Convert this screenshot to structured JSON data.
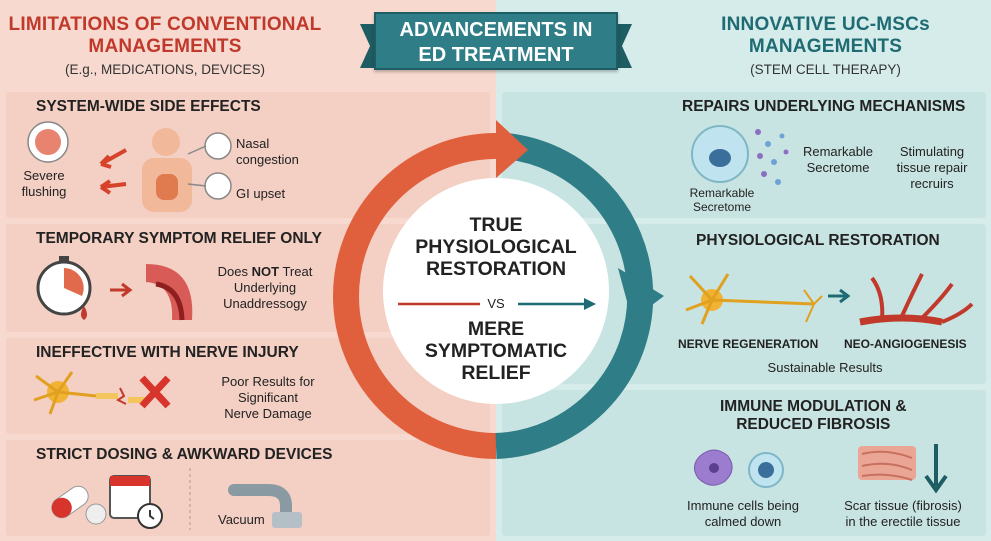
{
  "banner": {
    "title_line1": "ADVANCEMENTS IN",
    "title_line2": "ED TREATMENT"
  },
  "left_header": {
    "title_line1": "LIMITATIONS OF CONVENTIONAL",
    "title_line2": "MANAGEMENTS",
    "subtitle": "(E.g., MEDICATIONS, DEVICES)"
  },
  "right_header": {
    "title_line1": "INNOVATIVE UC-MSCs",
    "title_line2": "MANAGEMENTS",
    "subtitle": "(STEM CELL THERAPY)"
  },
  "left_panels": [
    {
      "title": "SYSTEM-WIDE SIDE EFFECTS",
      "labels": {
        "flushing_1": "Severe",
        "flushing_2": "flushing",
        "nasal_1": "Nasal",
        "nasal_2": "congestion",
        "gi": "GI upset"
      }
    },
    {
      "title": "TEMPORARY SYMPTOM RELIEF ONLY",
      "labels": {
        "l1_pre": "Does ",
        "l1_bold": "NOT",
        "l1_post": " Treat",
        "l2": "Underlying",
        "l3": "Unaddressogy"
      }
    },
    {
      "title": "INEFFECTIVE WITH NERVE INJURY",
      "labels": {
        "l1": "Poor Results for",
        "l2": "Significant",
        "l3": "Nerve Damage"
      }
    },
    {
      "title": "STRICT DOSING & AWKWARD DEVICES",
      "labels": {
        "vacuum": "Vacuum"
      }
    }
  ],
  "right_panels": [
    {
      "title": "REPAIRS UNDERLYING MECHANISMS",
      "labels": {
        "cell_1": "Remarkable",
        "cell_2": "Secretome",
        "sec_1": "Remarkable",
        "sec_2": "Secretome",
        "stim_1": "Stimulating",
        "stim_2": "tissue repair",
        "stim_3": "recruirs"
      }
    },
    {
      "title": "PHYSIOLOGICAL RESTORATION",
      "labels": {
        "nerve": "NERVE REGENERATION",
        "angio": "NEO-ANGIOGENESIS",
        "sustain": "Sustainable Results"
      }
    },
    {
      "title_line1": "IMMUNE MODULATION &",
      "title_line2": "REDUCED FIBROSIS",
      "labels": {
        "imm_1": "Immune cells being",
        "imm_2": "calmed down",
        "scar_1": "Scar tissue (fibrosis)",
        "scar_2": "in the erectile tissue"
      }
    }
  ],
  "center": {
    "l1": "TRUE",
    "l2": "PHYSIOLOGICAL",
    "l3": "RESTORATION",
    "vs": "VS",
    "l4": "MERE",
    "l5": "SYMPTOMATIC",
    "l6": "RELIEF"
  },
  "colors": {
    "left_bg": "#f7d9cf",
    "right_bg": "#d6ecea",
    "accent_red": "#c0392b",
    "accent_teal": "#2f7d86",
    "arrow_orange": "#e0603e"
  }
}
